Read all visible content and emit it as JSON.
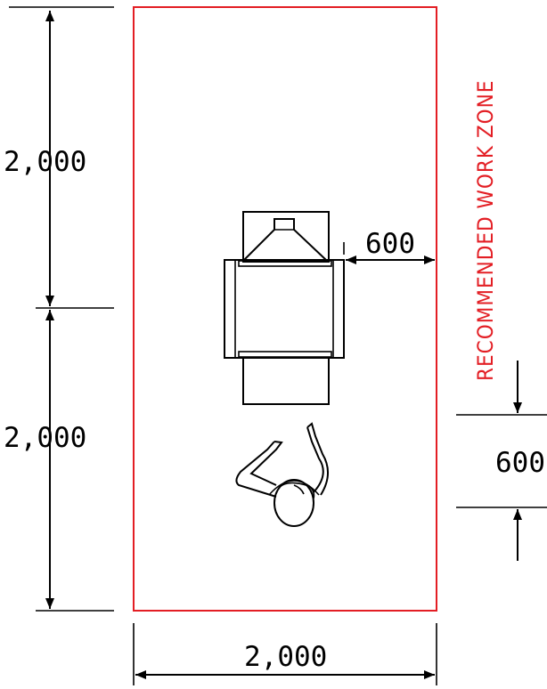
{
  "dimensions": {
    "left_top": "2,000",
    "left_bottom": "2,000",
    "bottom_width": "2,000",
    "side_clearance": "600",
    "front_clearance": "600"
  },
  "zone_label": "RECOMMENDED WORK ZONE",
  "colors": {
    "zone": "#e31e24",
    "line": "#000000"
  },
  "icons": {
    "arrow": "filled-arrowhead",
    "operator": "person-top-view",
    "machine": "equipment-top-view"
  }
}
